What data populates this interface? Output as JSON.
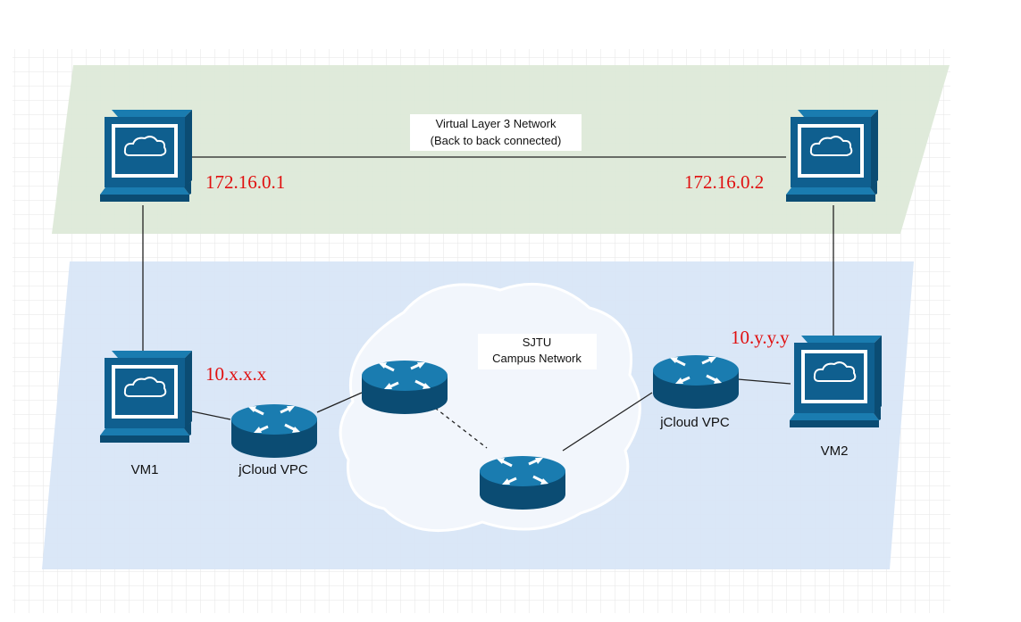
{
  "overlay_network": {
    "title_line1": "Virtual Layer 3 Network",
    "title_line2": "(Back to back connected)",
    "host_left_ip": "172.16.0.1",
    "host_right_ip": "172.16.0.2"
  },
  "underlay_network": {
    "cloud_line1": "SJTU",
    "cloud_line2": "Campus Network",
    "vm_left_label": "VM1",
    "vm_right_label": "VM2",
    "vm_left_ip": "10.x.x.x",
    "vm_right_ip": "10.y.y.y",
    "router_left_label": "jCloud VPC",
    "router_right_label": "jCloud VPC"
  },
  "icons": [
    "computer-icon",
    "router-icon",
    "cloud-icon"
  ],
  "colors": {
    "overlay_plane": "#dde9d8",
    "underlay_plane": "#d8e6f7",
    "device": "#0f5f8f",
    "ip_text": "#e01010"
  }
}
